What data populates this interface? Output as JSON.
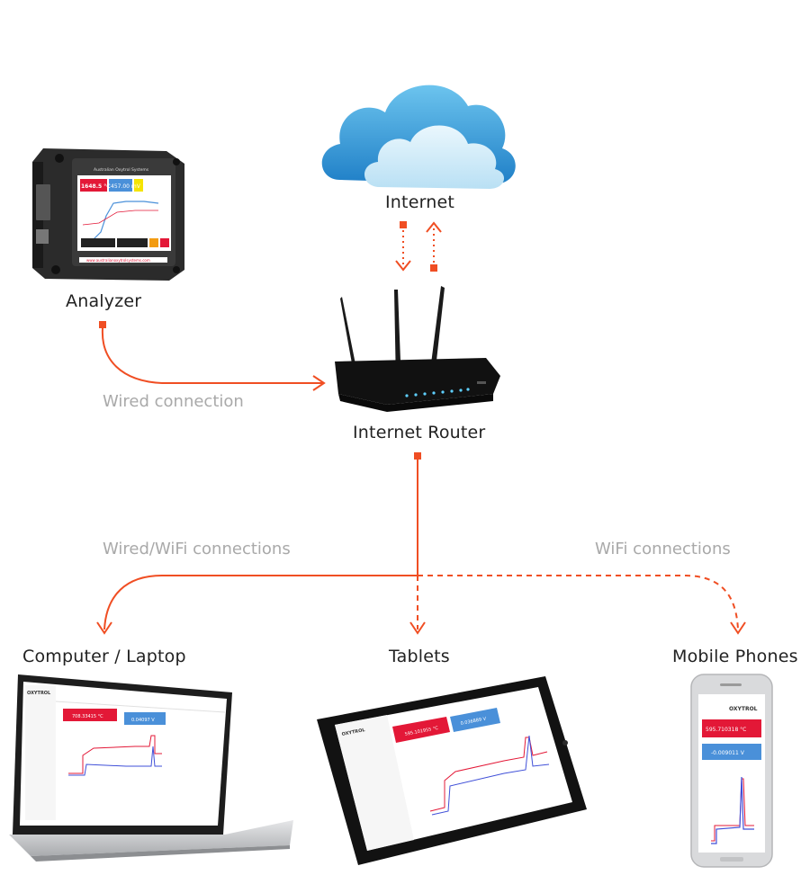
{
  "nodes": {
    "internet": "Internet",
    "analyzer": "Analyzer",
    "router": "Internet Router",
    "computer": "Computer / Laptop",
    "tablets": "Tablets",
    "phones": "Mobile Phones"
  },
  "connections": {
    "wired": "Wired connection",
    "wired_wifi": "Wired/WiFi connections",
    "wifi": "WiFi connections"
  },
  "device_screens": {
    "analyzer_temp": "1648.5 °C",
    "analyzer_volt": "457.00 mV",
    "analyzer_brand": "Australian Oxytrol Systems",
    "analyzer_url": "www.australianoxytrolsystems.com",
    "laptop_temp": "708.33415 °C",
    "laptop_volt": "0.04097 V",
    "tablet_temp": "595.101955 °C",
    "tablet_volt": "0.036889 V",
    "phone_temp": "595.710318 °C",
    "phone_volt": "-0.009011 V",
    "brand_logo": "OXYTROL"
  },
  "colors": {
    "accent": "#f04e23",
    "connection_text": "#a9a9a9",
    "temp_red": "#e31837",
    "volt_blue": "#4a90d9"
  }
}
